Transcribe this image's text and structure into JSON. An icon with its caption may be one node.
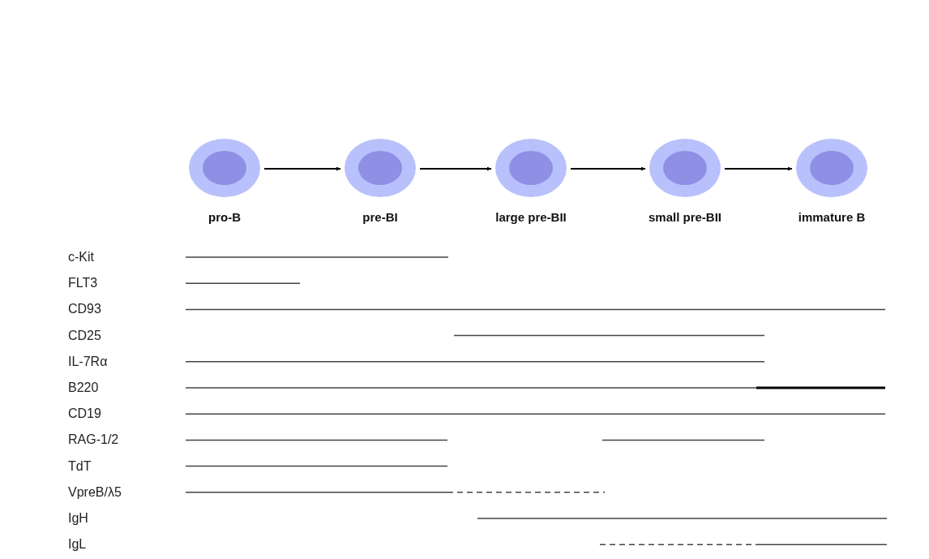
{
  "diagram": {
    "nodes": [
      {
        "text": [
          "pro-B"
        ]
      },
      {
        "text": [
          "pre-BI"
        ]
      },
      {
        "text": [
          "large pre-BII"
        ]
      },
      {
        "text": [
          "small pre-BII"
        ]
      },
      {
        "text": [
          "immature B"
        ]
      }
    ],
    "edges": [
      {
        "from": 0,
        "to": 1,
        "arrow": "to"
      },
      {
        "from": 1,
        "to": 2,
        "arrow": "to"
      },
      {
        "from": 2,
        "to": 3,
        "arrow": "to"
      },
      {
        "from": 3,
        "to": 4,
        "arrow": "to"
      }
    ],
    "labels": [
      "c-Kit",
      "FLT3",
      "CD93",
      "CD25",
      "IL-7Rα",
      "B220",
      "CD19",
      "RAG-1/2",
      "TdT",
      "VpreB/λ5",
      "IgH",
      "IgL"
    ]
  }
}
